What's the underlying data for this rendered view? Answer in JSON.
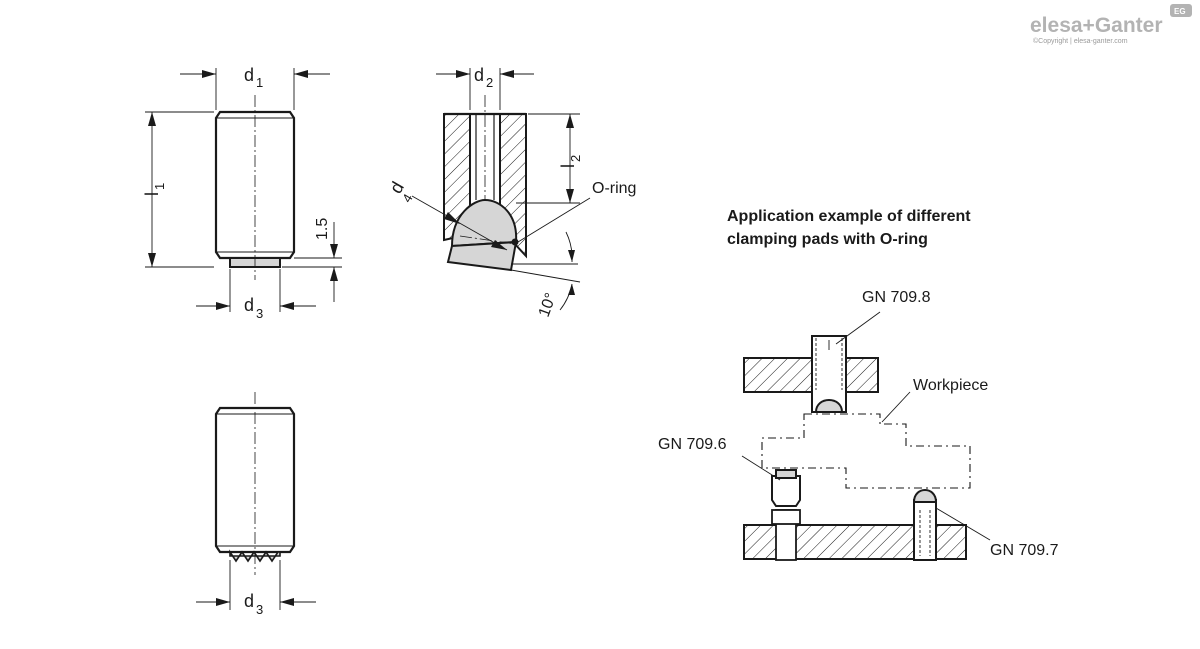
{
  "brand": {
    "logo_text": "elesa+Ganter",
    "copyright": "©Copyright | elesa-ganter.com",
    "badge": "EG"
  },
  "dimensions": {
    "d1": {
      "main": "d",
      "sub": "1"
    },
    "d2": {
      "main": "d",
      "sub": "2"
    },
    "d3_top": {
      "main": "d",
      "sub": "3"
    },
    "d3_bottom": {
      "main": "d",
      "sub": "3"
    },
    "d4": {
      "main": "d",
      "sub": "4"
    },
    "l1": {
      "main": "l",
      "sub": "1"
    },
    "l2": {
      "main": "l",
      "sub": "2"
    },
    "step": "1.5",
    "angle": "10°"
  },
  "labels": {
    "o_ring": "O-ring"
  },
  "application": {
    "title_line1": "Application example of different",
    "title_line2": "clamping pads with O-ring",
    "gn_709_8": "GN 709.8",
    "gn_709_6": "GN 709.6",
    "gn_709_7": "GN 709.7",
    "workpiece": "Workpiece"
  },
  "colors": {
    "line": "#1a1a1a",
    "fill_grey": "#d6d6d6",
    "logo": "#b3b3b3"
  }
}
